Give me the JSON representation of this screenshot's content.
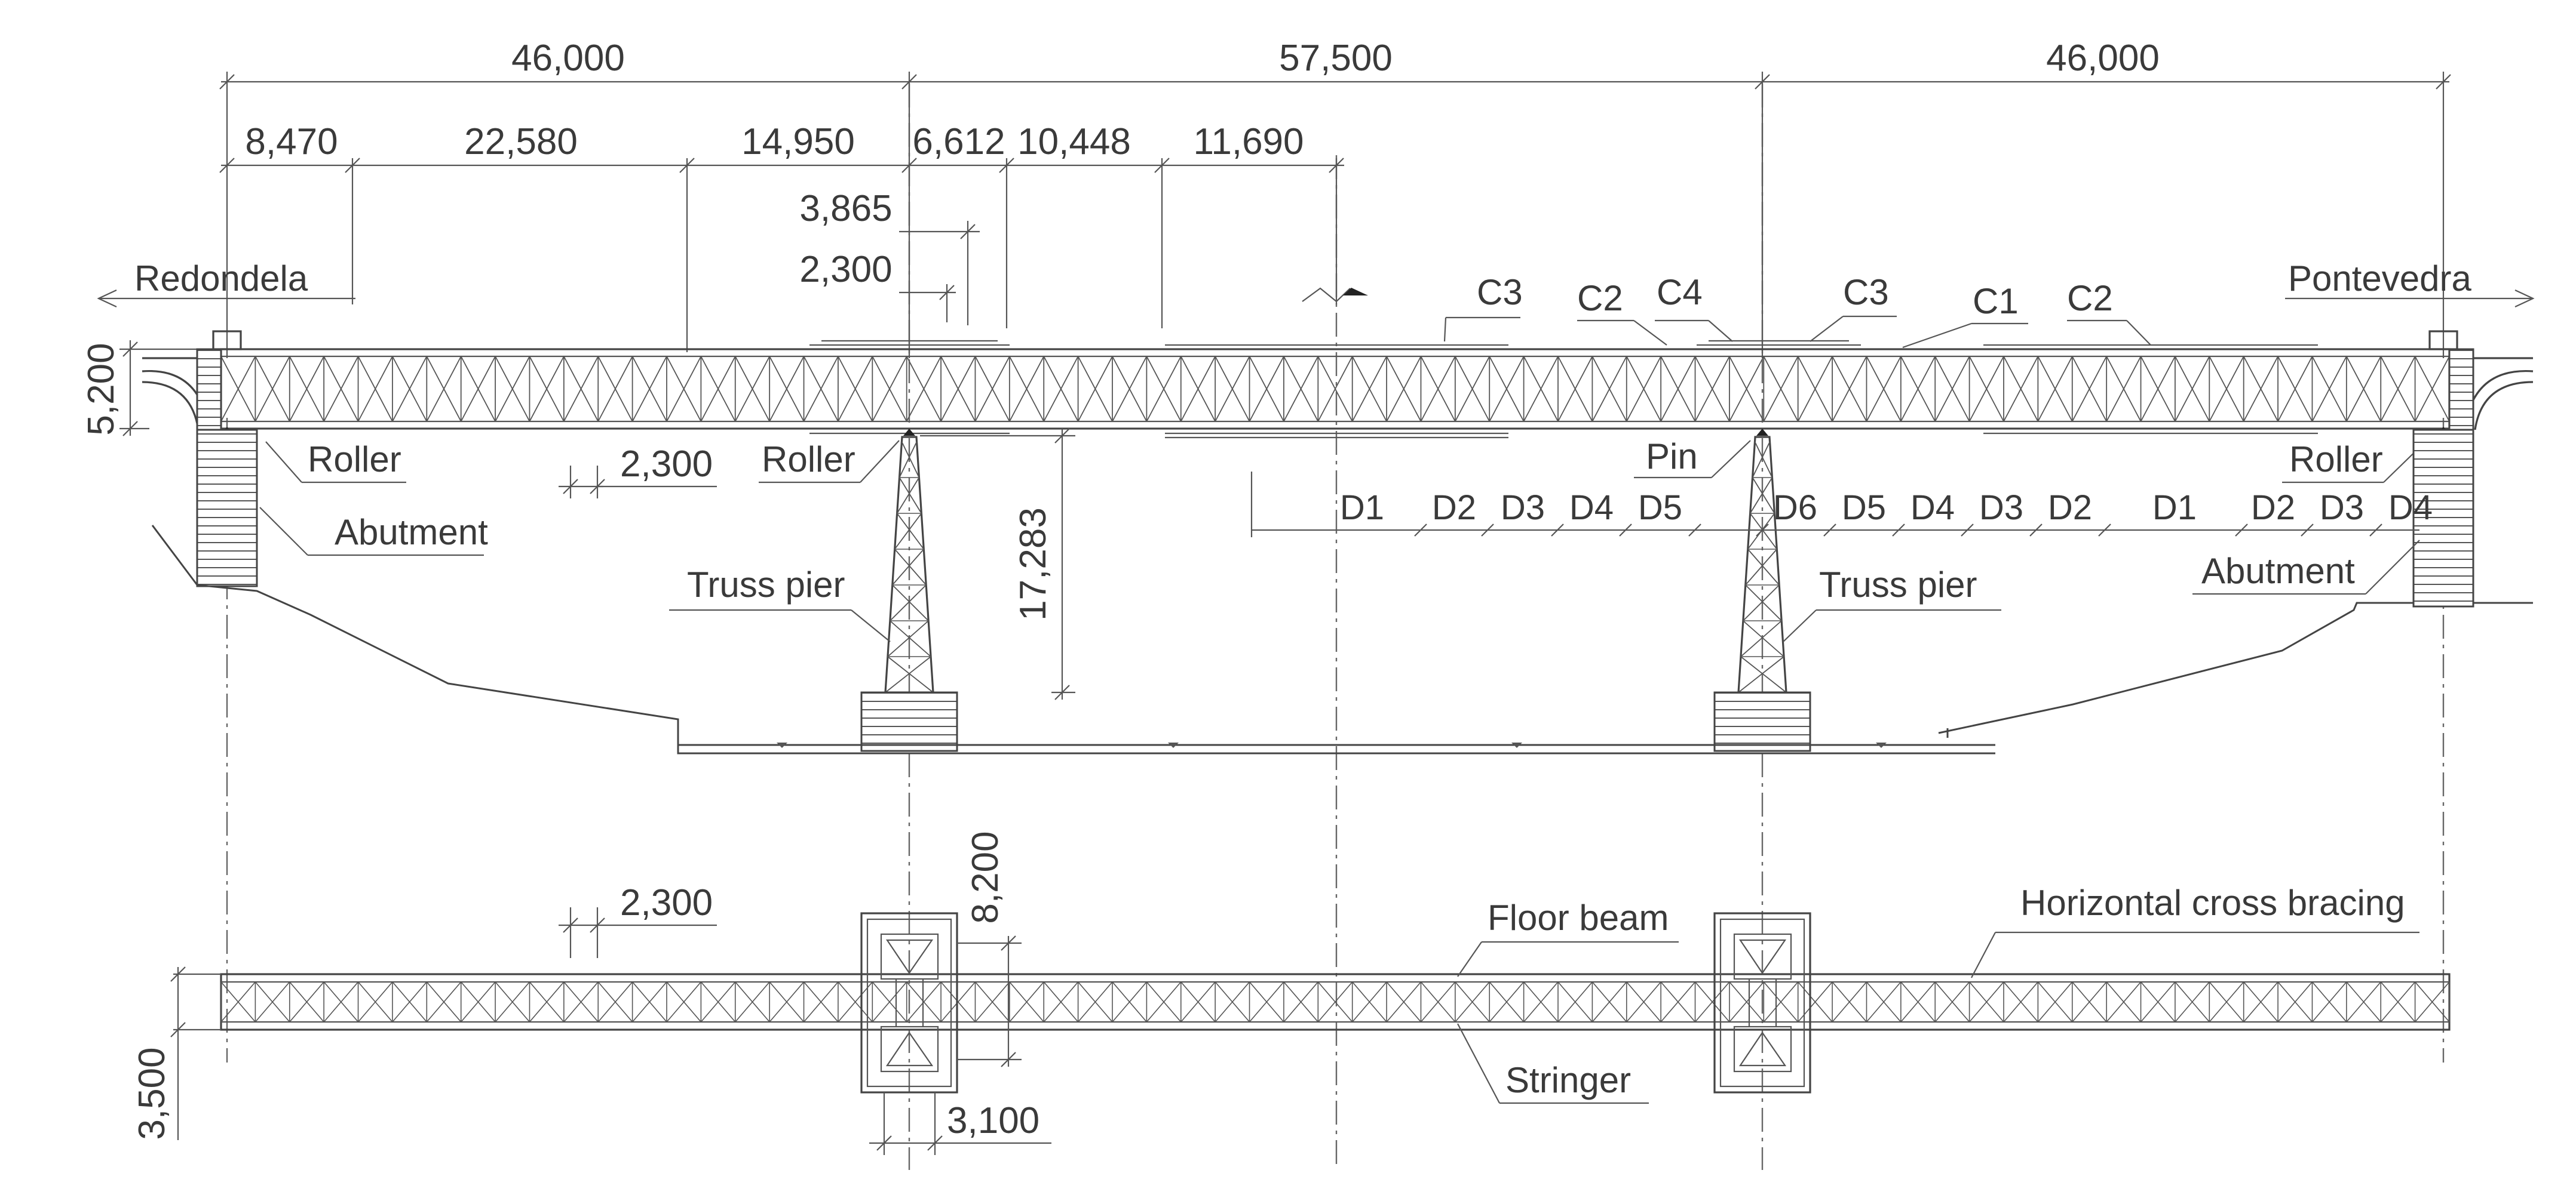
{
  "dimensions": {
    "spans": [
      "46,000",
      "57,500",
      "46,000"
    ],
    "segments": [
      "8,470",
      "22,580",
      "14,950",
      "6,612",
      "10,448",
      "11,690"
    ],
    "sub_a": "3,865",
    "sub_b": "2,300",
    "depth": "5,200",
    "panel": "2,300",
    "pier_height": "17,283",
    "plan_panel": "2,300",
    "plan_pier_width": "8,200",
    "plan_width": "3,500",
    "plan_pier_depth": "3,100"
  },
  "places": {
    "left": "Redondela",
    "right": "Pontevedra"
  },
  "labels": {
    "roller_left": "Roller",
    "roller_mid": "Roller",
    "pin": "Pin",
    "roller_right": "Roller",
    "abutment_left": "Abutment",
    "abutment_right": "Abutment",
    "truss_pier_left": "Truss pier",
    "truss_pier_right": "Truss pier",
    "floor_beam": "Floor beam",
    "stringer": "Stringer",
    "horizontal_bracing": "Horizontal cross bracing"
  },
  "chord_labels": [
    "C3",
    "C2",
    "C4",
    "C3",
    "C1",
    "C2"
  ],
  "diagonal_labels": [
    "D1",
    "D2",
    "D3",
    "D4",
    "D5",
    "D6",
    "D5",
    "D4",
    "D3",
    "D2",
    "D1",
    "D2",
    "D3",
    "D4"
  ]
}
